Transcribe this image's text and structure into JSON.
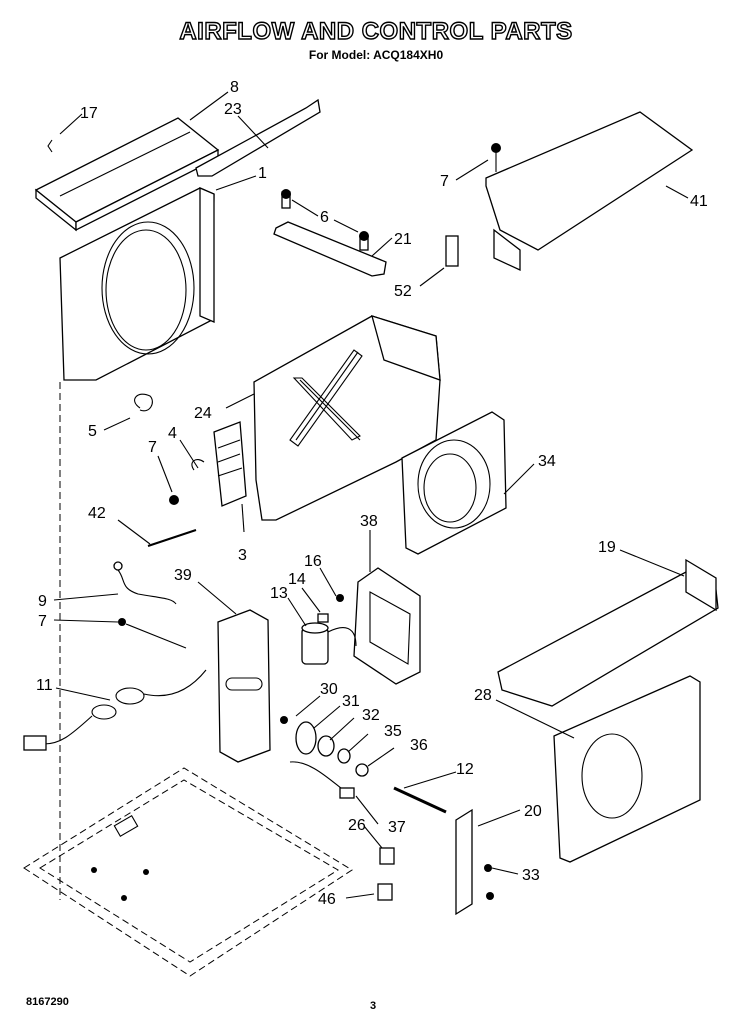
{
  "header": {
    "title": "AIRFLOW AND CONTROL PARTS",
    "subtitle": "For Model: ACQ184XH0"
  },
  "footer": {
    "doc_number": "8167290",
    "page_number": "3"
  },
  "callouts": [
    {
      "id": "c17a",
      "label": "17"
    },
    {
      "id": "c8",
      "label": "8"
    },
    {
      "id": "c23",
      "label": "23"
    },
    {
      "id": "c1",
      "label": "1"
    },
    {
      "id": "c6",
      "label": "6"
    },
    {
      "id": "c21",
      "label": "21"
    },
    {
      "id": "c7a",
      "label": "7"
    },
    {
      "id": "c41",
      "label": "41"
    },
    {
      "id": "c52",
      "label": "52"
    },
    {
      "id": "c5",
      "label": "5"
    },
    {
      "id": "c7b",
      "label": "7"
    },
    {
      "id": "c4",
      "label": "4"
    },
    {
      "id": "c24",
      "label": "24"
    },
    {
      "id": "c34",
      "label": "34"
    },
    {
      "id": "c42",
      "label": "42"
    },
    {
      "id": "c3",
      "label": "3"
    },
    {
      "id": "c38",
      "label": "38"
    },
    {
      "id": "c16",
      "label": "16"
    },
    {
      "id": "c14",
      "label": "14"
    },
    {
      "id": "c13",
      "label": "13"
    },
    {
      "id": "c39",
      "label": "39"
    },
    {
      "id": "c9",
      "label": "9"
    },
    {
      "id": "c7c",
      "label": "7"
    },
    {
      "id": "c19",
      "label": "19"
    },
    {
      "id": "c11",
      "label": "11"
    },
    {
      "id": "c30",
      "label": "30"
    },
    {
      "id": "c31",
      "label": "31"
    },
    {
      "id": "c32",
      "label": "32"
    },
    {
      "id": "c35",
      "label": "35"
    },
    {
      "id": "c36",
      "label": "36"
    },
    {
      "id": "c12",
      "label": "12"
    },
    {
      "id": "c28",
      "label": "28"
    },
    {
      "id": "c20",
      "label": "20"
    },
    {
      "id": "c26",
      "label": "26"
    },
    {
      "id": "c37",
      "label": "37"
    },
    {
      "id": "c33",
      "label": "33"
    },
    {
      "id": "c46",
      "label": "46"
    }
  ]
}
